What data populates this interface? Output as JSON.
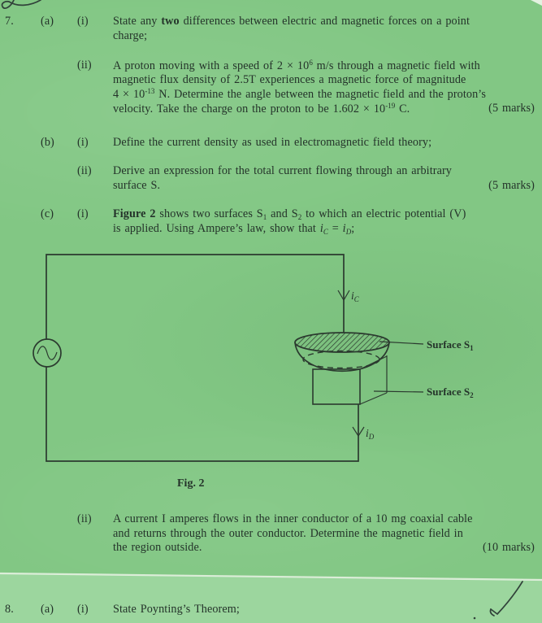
{
  "colors": {
    "paper": "#82c784",
    "paper_bottom": "#9cd69e",
    "ink": "#24332a",
    "figure_line": "#2b3a2f",
    "scan_line": "#e9f3e5",
    "pen": "#31423a"
  },
  "q7": {
    "number": "7.",
    "a": {
      "label": "(a)",
      "i": {
        "label": "(i)",
        "l1_pre": "State any ",
        "l1_bold": "two",
        "l1_post": " differences between electric and magnetic forces on a point",
        "l2": "charge;"
      },
      "ii": {
        "label": "(ii)",
        "l1_a": "A proton moving with a speed of 2 × 10",
        "l1_sup": "6",
        "l1_b": " m/s through a magnetic field with",
        "l2": "magnetic flux density of 2.5T experiences a magnetic force of magnitude",
        "l3_a": "4 × 10",
        "l3_sup": "-13",
        "l3_b": " N.  Determine the angle between the magnetic field and the proton’s",
        "l4_a": "velocity.  Take the charge on the proton to be 1.602 × 10",
        "l4_sup": "-19",
        "l4_b": " C.",
        "marks": "(5 marks)"
      }
    },
    "b": {
      "label": "(b)",
      "i": {
        "label": "(i)",
        "l1": "Define the current density as used in electromagnetic field theory;"
      },
      "ii": {
        "label": "(ii)",
        "l1": "Derive an expression for the total current flowing through an arbitrary",
        "l2": "surface S.",
        "marks": "(5 marks)"
      }
    },
    "c": {
      "label": "(c)",
      "i": {
        "label": "(i)",
        "l1_bold": "Figure 2",
        "l1_a": " shows two surfaces S",
        "l1_sub1": "1",
        "l1_b": " and S",
        "l1_sub2": "2",
        "l1_c": " to which an electric potential (V)",
        "l2_a": "is applied.  Using Ampere’s law, show that ",
        "l2_i1": "i",
        "l2_i1sub": "C",
        "l2_eq": " = ",
        "l2_i2": "i",
        "l2_i2sub": "D",
        "l2_end": ";"
      },
      "ii": {
        "label": "(ii)",
        "l1": "A current I amperes flows in the inner conductor of a 10 mg coaxial cable",
        "l2": "and returns through the outer conductor.  Determine the magnetic field in",
        "l3": "the region outside.",
        "marks": "(10 marks)"
      }
    }
  },
  "figure": {
    "caption": "Fig. 2",
    "ic_base": "i",
    "ic_sub": "C",
    "id_base": "i",
    "id_sub": "D",
    "s1_label": "Surface S",
    "s1_sub": "1",
    "s2_label": "Surface S",
    "s2_sub": "2"
  },
  "q8": {
    "number": "8.",
    "a_label": "(a)",
    "i_label": "(i)",
    "text": "State Poynting’s Theorem;"
  }
}
